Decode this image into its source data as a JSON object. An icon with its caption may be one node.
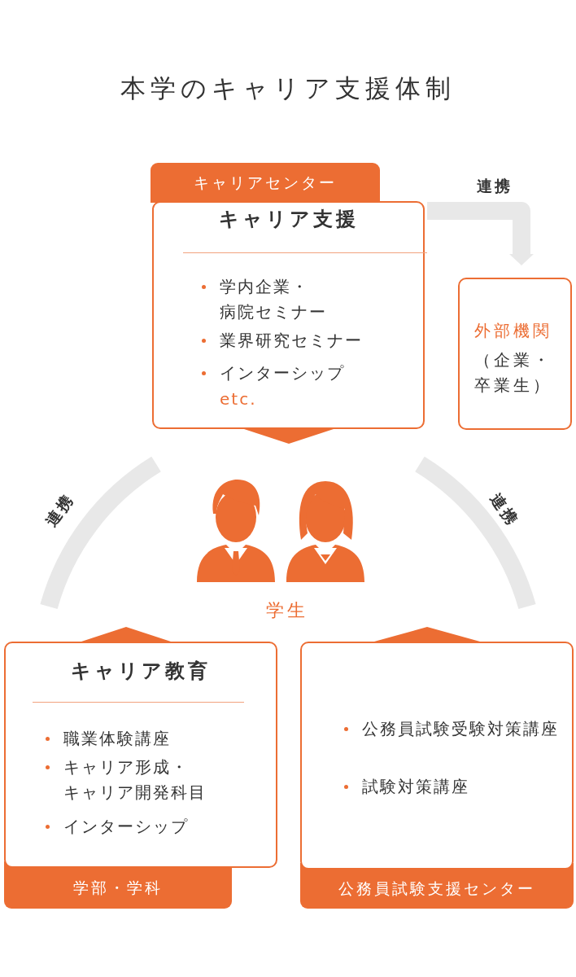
{
  "diagram": {
    "title": "本学のキャリア支援体制",
    "nodes": [
      {
        "text": [
          "キャリアセンター",
          "キャリア支援",
          "学内企業・病院セミナー",
          "業界研究セミナー",
          "インターシップ",
          "etc."
        ]
      },
      {
        "text": [
          "外部機関",
          "（企業・卒業生）"
        ]
      },
      {
        "text": [
          "学生"
        ]
      },
      {
        "text": [
          "キャリア教育",
          "職業体験講座",
          "キャリア形成・キャリア開発科目",
          "インターシップ",
          "学部・学科"
        ]
      },
      {
        "text": [
          "公務員試験受験対策講座",
          "試験対策講座",
          "公務員試験支援センター"
        ]
      }
    ],
    "edges": [
      {
        "from": 0,
        "to": 1,
        "arrow": "to",
        "label": "連携"
      },
      {
        "from": 3,
        "to": 0,
        "arrow": "none",
        "label": "連携"
      },
      {
        "from": 0,
        "to": 4,
        "arrow": "none",
        "label": "連携"
      }
    ]
  }
}
